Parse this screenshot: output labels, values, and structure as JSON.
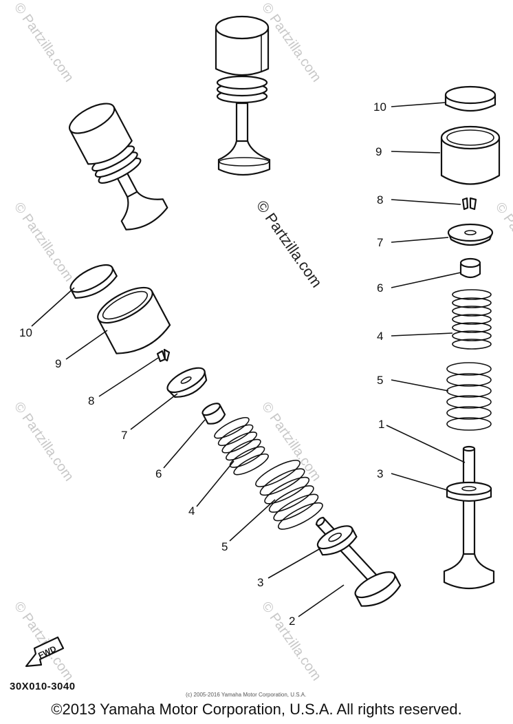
{
  "diagram": {
    "watermark": "© Partzilla.com",
    "diagram_code": "30X010-3040",
    "fwd_label": "FWD",
    "small_copyright": "(c) 2005-2016 Yamaha Motor Corporation, U.S.A.",
    "footer_copyright": "©2013 Yamaha Motor Corporation, U.S.A. All rights reserved.",
    "callouts": {
      "r10": "10",
      "r9": "9",
      "r8": "8",
      "r7": "7",
      "r6": "6",
      "r4": "4",
      "r5": "5",
      "r1": "1",
      "r3": "3",
      "l10": "10",
      "l9": "9",
      "l8": "8",
      "l7": "7",
      "l6": "6",
      "l4": "4",
      "l5": "5",
      "l3": "3",
      "l2": "2"
    }
  }
}
